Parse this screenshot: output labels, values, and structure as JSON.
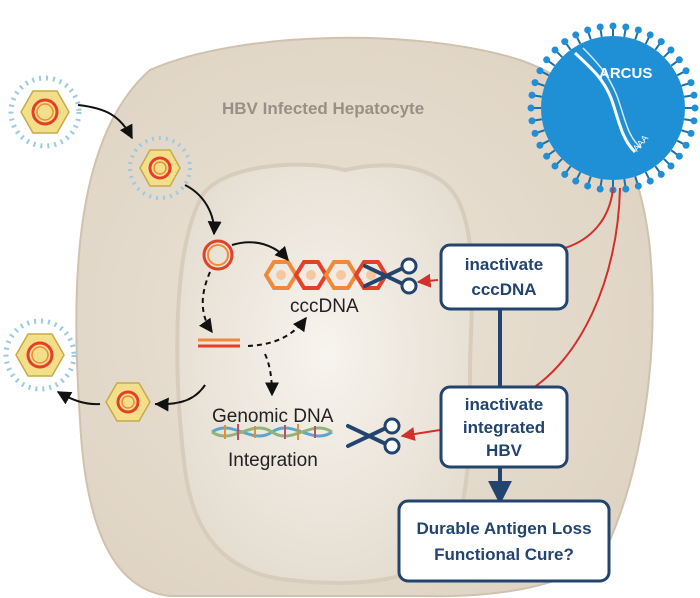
{
  "cell_title": "HBV Infected Hepatocyte",
  "arcus_label": "ARCUS",
  "poly_a_label": "AAA",
  "cccdna_label": "cccDNA",
  "genomic_dna_label": "Genomic DNA",
  "integration_label": "Integration",
  "boxes": {
    "inactivate_cccdna": [
      "inactivate",
      "cccDNA"
    ],
    "inactivate_integrated": [
      "inactivate",
      "integrated",
      "HBV"
    ],
    "outcome": [
      "Durable Antigen Loss",
      "Functional Cure?"
    ]
  },
  "colors": {
    "cell_fill": "#e6ddd0",
    "nucleus_fill": "#f1ede6",
    "box_border": "#22446e",
    "box_text": "#22446e",
    "red_arrow": "#d2302c",
    "dark_arrow": "#22446e",
    "arcus_blue": "#1f8fd6",
    "virus_capsid": "#f3df8a",
    "virus_ring": "#e3402a",
    "cccdna_ring": "#f08a3a"
  },
  "icons": [
    "virion-icon",
    "scissors-icon",
    "arcus-nanoparticle-icon",
    "cccdna-chain-icon",
    "dna-helix-icon"
  ]
}
